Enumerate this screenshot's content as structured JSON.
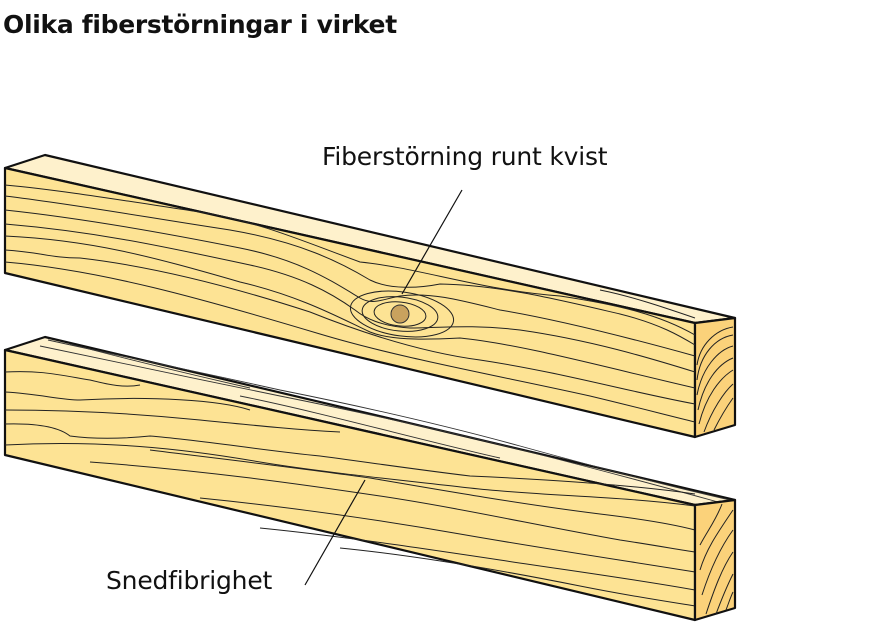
{
  "title": "Olika fiberstörningar i virket",
  "labels": {
    "knot": "Fiberstörning runt kvist",
    "slope": "Snedfibrighet"
  },
  "colors": {
    "face_front": "#fde394",
    "face_top": "#fef1cc",
    "face_end": "#fbd27a",
    "knot_fill": "#c9a25e",
    "outline": "#111111"
  }
}
